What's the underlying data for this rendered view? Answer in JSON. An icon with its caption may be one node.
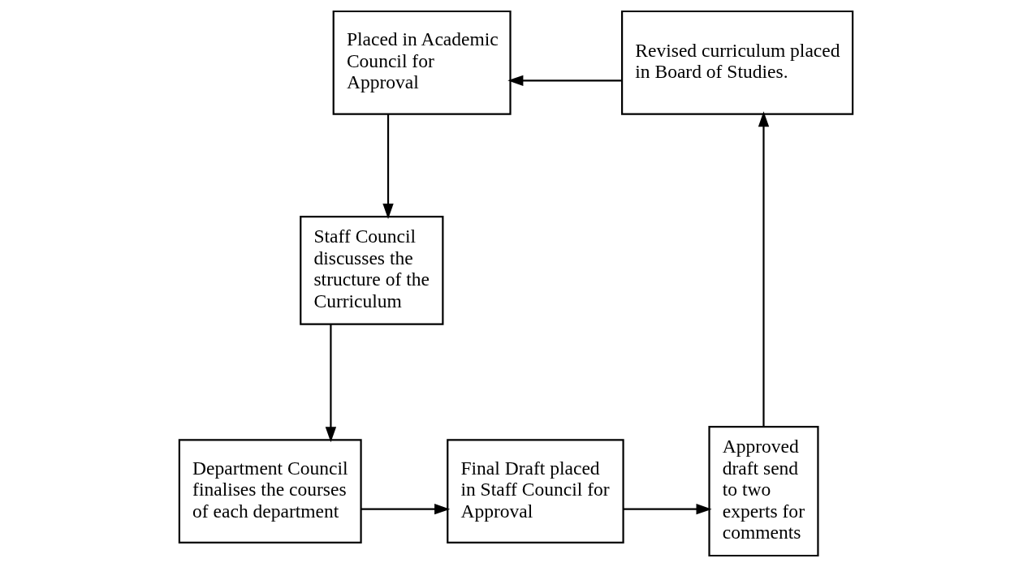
{
  "diagram": {
    "nodes": [
      {
        "text": [
          "Placed in Academic Council for Approval"
        ]
      },
      {
        "text": [
          "Revised curriculum placed in Board of Studies."
        ]
      },
      {
        "text": [
          "Staff Council discusses the structure of the Curriculum"
        ]
      },
      {
        "text": [
          "Department Council finalises the courses of each department"
        ]
      },
      {
        "text": [
          "Final Draft placed in Staff Council for Approval"
        ]
      },
      {
        "text": [
          "Approved draft send to two experts for comments"
        ]
      }
    ],
    "edges": [
      {
        "from": 1,
        "to": 0,
        "arrow": "to"
      },
      {
        "from": 0,
        "to": 2,
        "arrow": "to"
      },
      {
        "from": 2,
        "to": 3,
        "arrow": "to"
      },
      {
        "from": 3,
        "to": 4,
        "arrow": "to"
      },
      {
        "from": 4,
        "to": 5,
        "arrow": "to"
      },
      {
        "from": 5,
        "to": 1,
        "arrow": "to"
      }
    ]
  }
}
